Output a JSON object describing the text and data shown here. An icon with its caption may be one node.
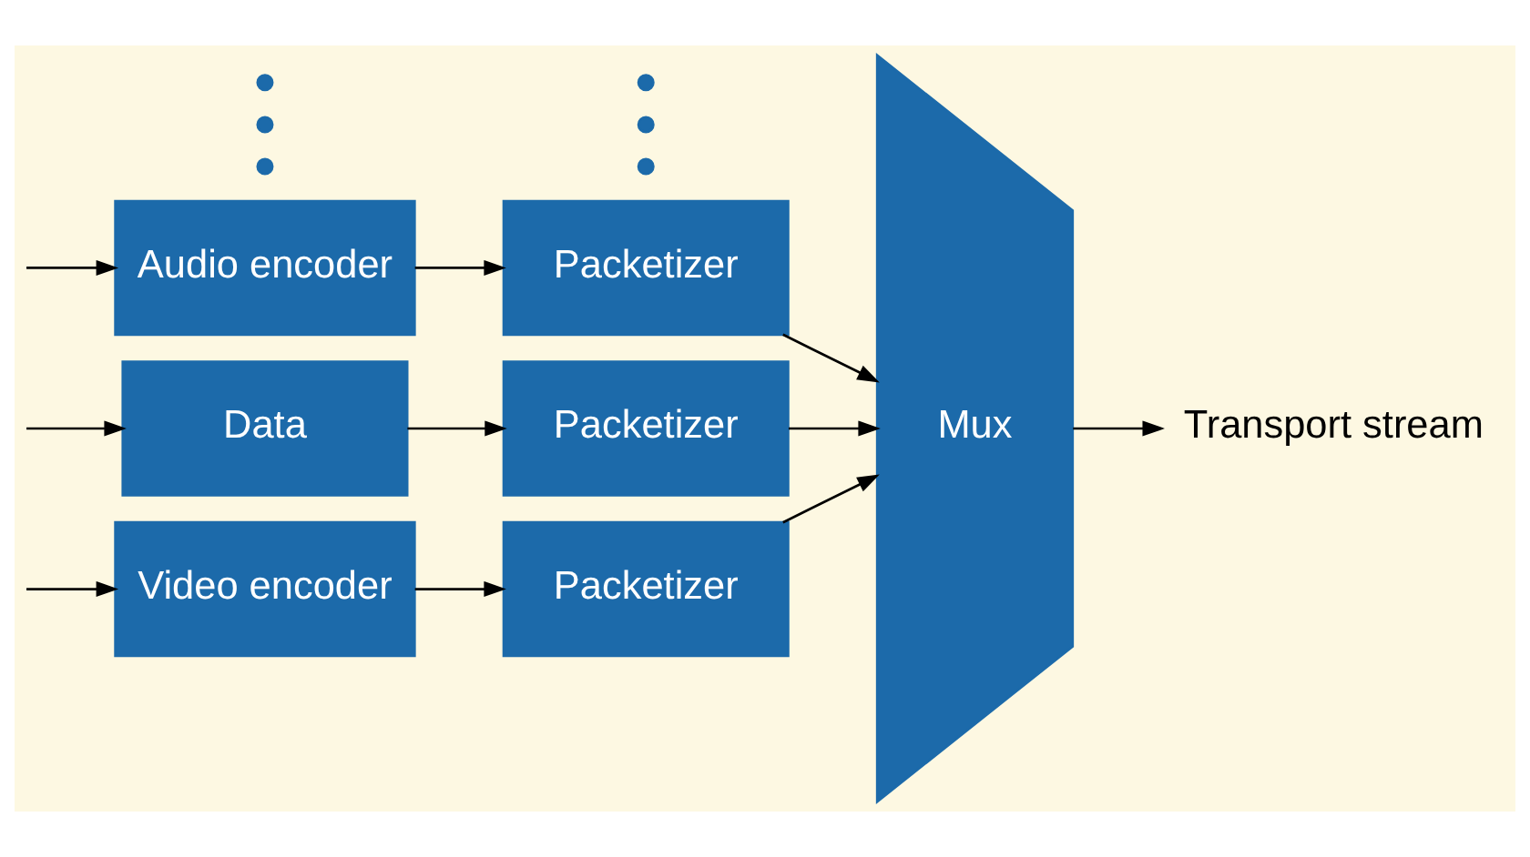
{
  "diagram": {
    "nodes": [
      {
        "text": [
          "Video encoder"
        ]
      },
      {
        "text": [
          "Audio encoder"
        ]
      },
      {
        "text": [
          "Data"
        ]
      },
      {
        "text": [
          "Packetizer"
        ]
      },
      {
        "text": [
          "Packetizer"
        ]
      },
      {
        "text": [
          "Packetizer"
        ]
      },
      {
        "text": [
          "Mux"
        ]
      },
      {
        "text": [
          "Transport stream"
        ]
      },
      {
        "text": [],
        "shape": "circle"
      },
      {
        "text": [],
        "shape": "circle"
      },
      {
        "text": [],
        "shape": "circle"
      },
      {
        "text": [],
        "shape": "circle"
      },
      {
        "text": [],
        "shape": "circle"
      },
      {
        "text": [],
        "shape": "circle"
      }
    ],
    "edges": [
      {
        "from": null,
        "to": 0,
        "arrow": "to"
      },
      {
        "from": null,
        "to": 1,
        "arrow": "to"
      },
      {
        "from": null,
        "to": 2,
        "arrow": "to"
      },
      {
        "from": 0,
        "to": 3,
        "arrow": "to"
      },
      {
        "from": 1,
        "to": 4,
        "arrow": "to"
      },
      {
        "from": 2,
        "to": 5,
        "arrow": "to"
      },
      {
        "from": 3,
        "to": 6,
        "arrow": "to"
      },
      {
        "from": 4,
        "to": 6,
        "arrow": "to"
      },
      {
        "from": 5,
        "to": 6,
        "arrow": "to"
      },
      {
        "from": 6,
        "to": 7,
        "arrow": "to"
      }
    ]
  }
}
